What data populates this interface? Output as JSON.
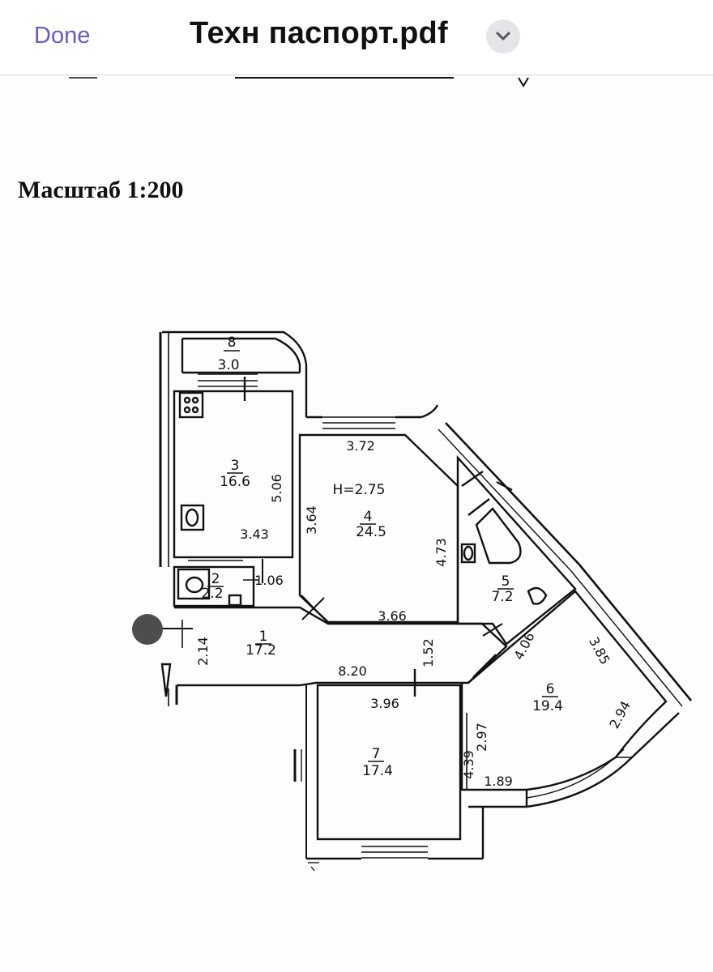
{
  "header": {
    "done_label": "Done",
    "title": "Техн паспорт.pdf",
    "menu_icon": "chevron-down-icon"
  },
  "document": {
    "scale_label": "Масштаб 1:200",
    "ceiling_height": "H=2.75",
    "rooms": [
      {
        "number": "1",
        "area": "17.2"
      },
      {
        "number": "2",
        "area": "2.2"
      },
      {
        "number": "3",
        "area": "16.6"
      },
      {
        "number": "4",
        "area": "24.5"
      },
      {
        "number": "5",
        "area": "7.2"
      },
      {
        "number": "6",
        "area": "19.4"
      },
      {
        "number": "7",
        "area": "17.4"
      },
      {
        "number": "8",
        "area": "3.0"
      }
    ],
    "dimensions": [
      "3.72",
      "5.06",
      "3.43",
      "3.64",
      "4.73",
      "3.66",
      "1.06",
      "2.14",
      "8.20",
      "1.52",
      "4.06",
      "3.85",
      "3.96",
      "4.39",
      "2.97",
      "2.94",
      "1.89"
    ]
  },
  "colors": {
    "accent": "#6a58c9",
    "ink": "#111111",
    "handle": "#4d4d4d"
  }
}
